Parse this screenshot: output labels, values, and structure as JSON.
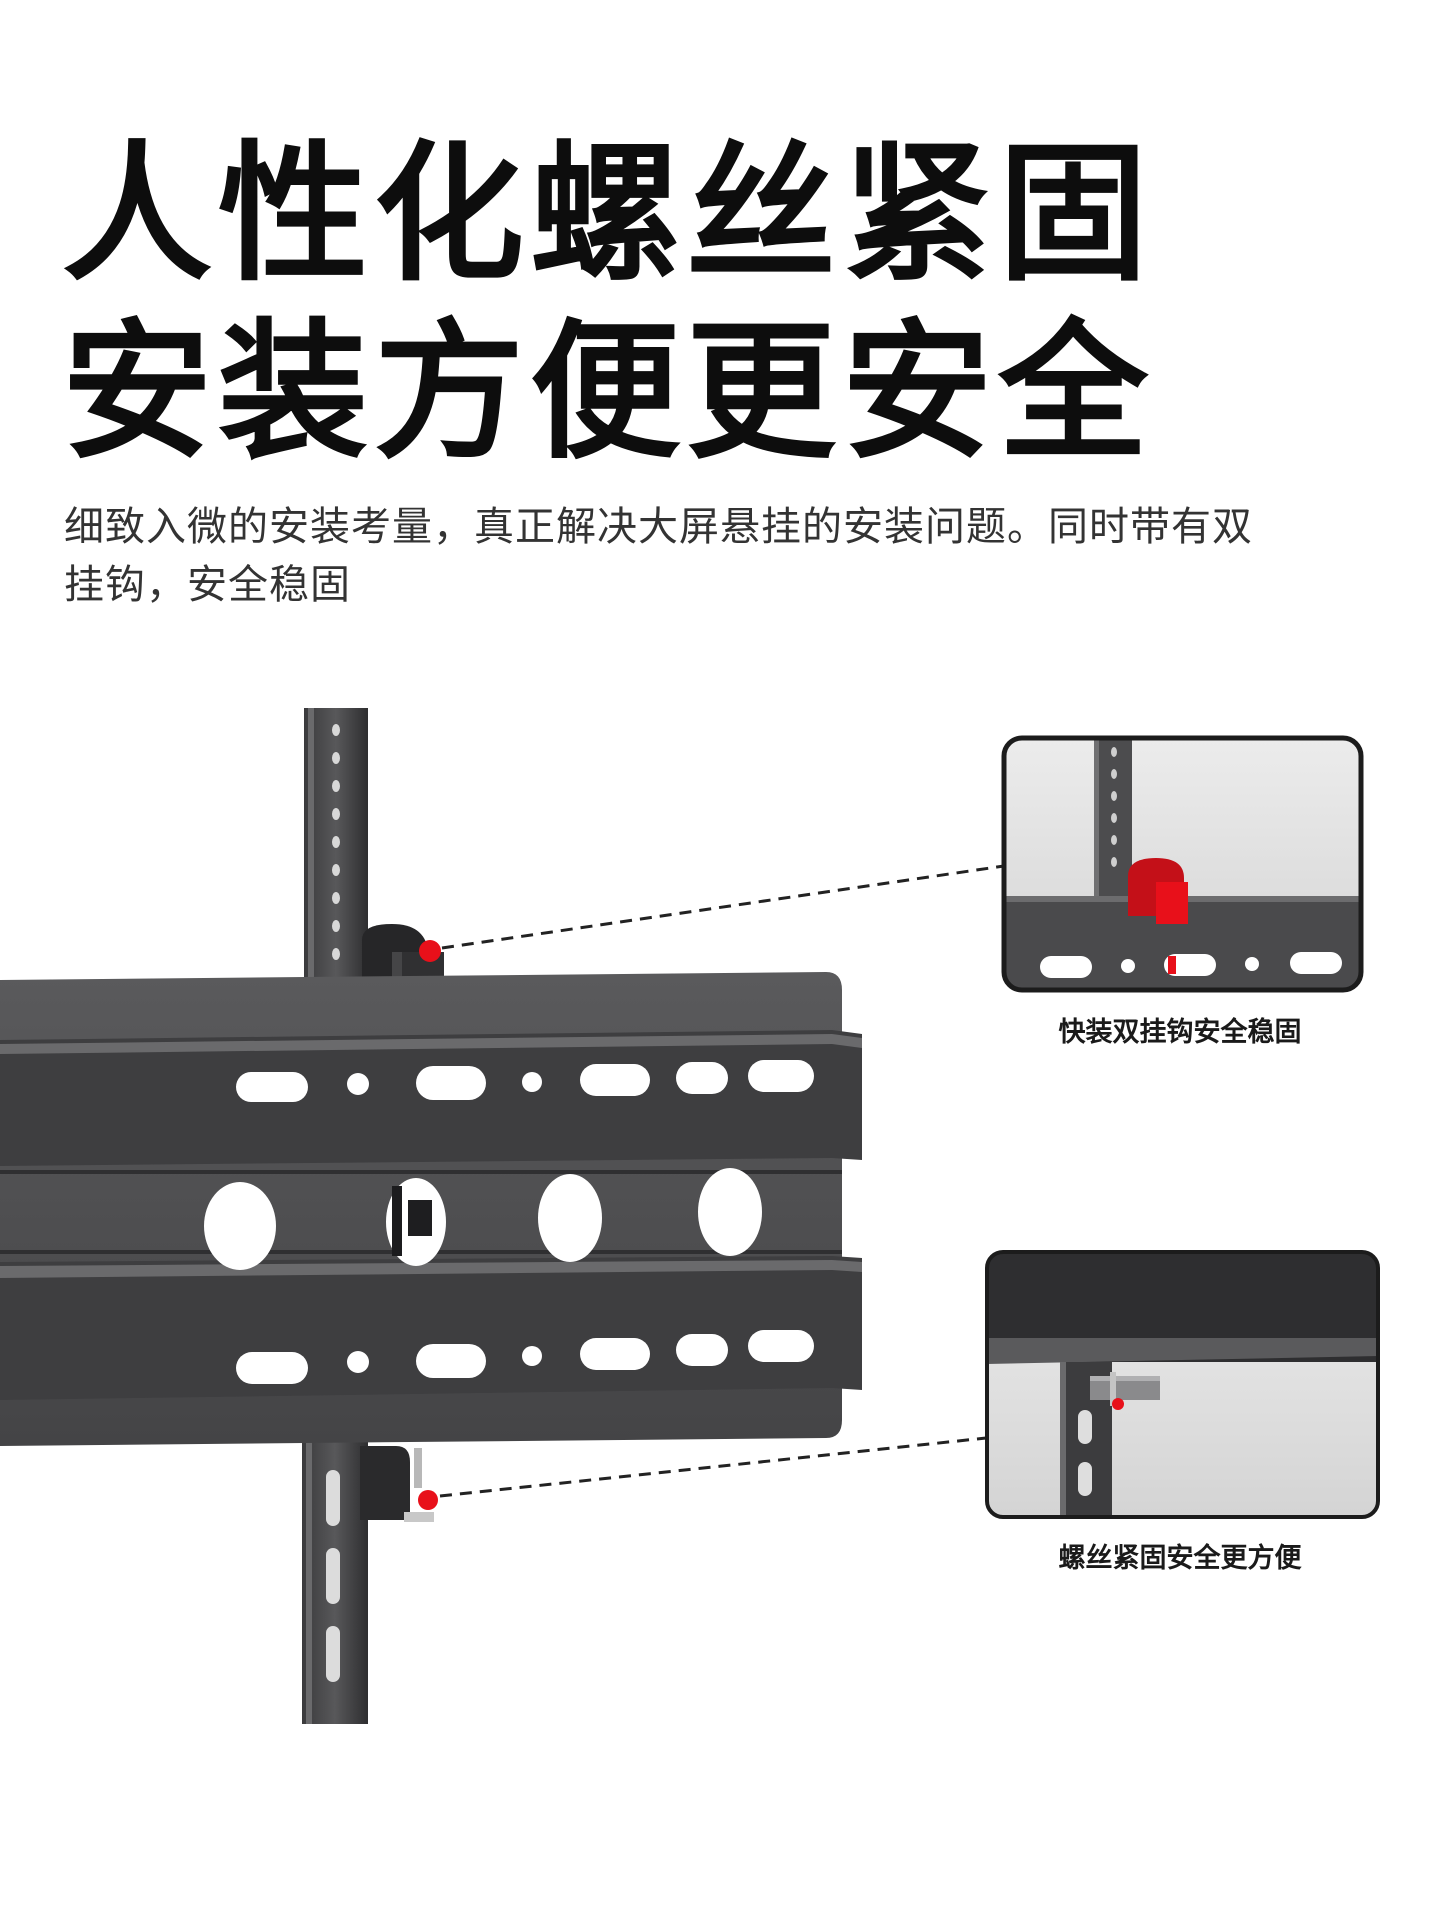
{
  "headline": {
    "line1": "人性化螺丝紧固",
    "line2": "安装方便更安全"
  },
  "description": "细致入微的安装考量，真正解决大屏悬挂的安装问题。同时带有双挂钩，安全稳固",
  "callouts": [
    {
      "caption": "快装双挂钩安全稳固"
    },
    {
      "caption": "螺丝紧固安全更方便"
    }
  ],
  "colors": {
    "bracket": "#4a4a4c",
    "bracket_dark": "#2a2a2c",
    "accent": "#e8101a",
    "background": "#ffffff"
  }
}
